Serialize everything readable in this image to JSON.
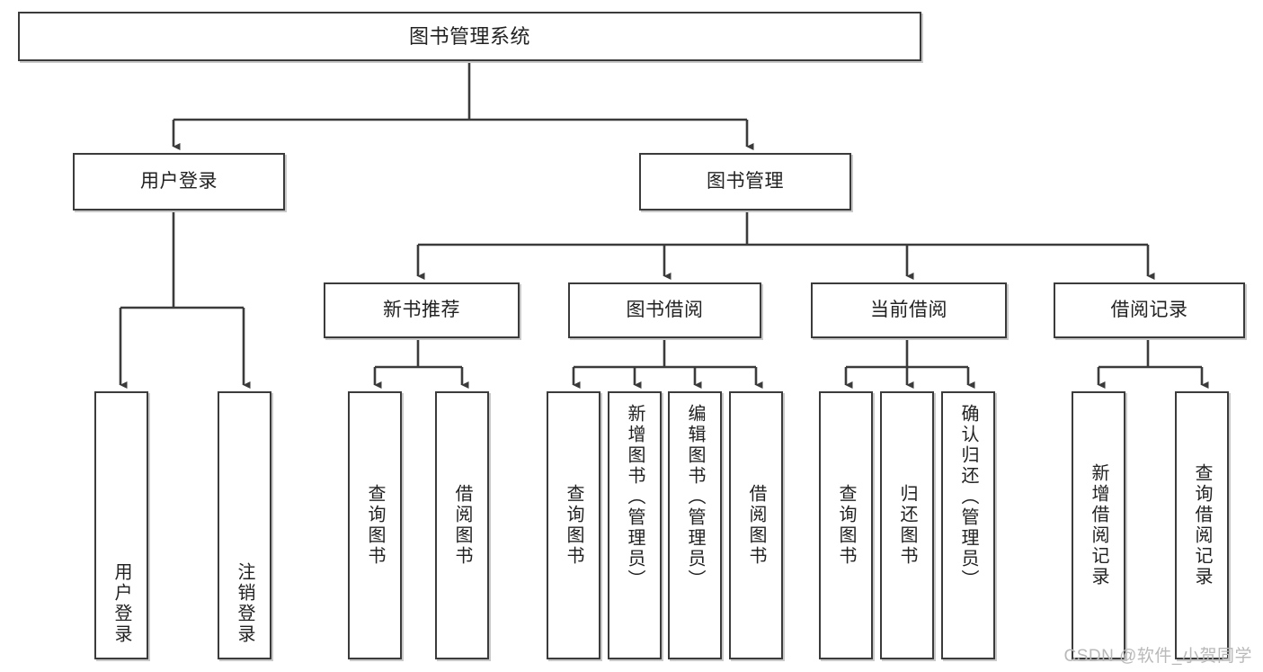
{
  "diagram": {
    "title": "图书管理系统",
    "type": "tree",
    "watermark": "CSDN @软件_小贺同学",
    "stroke_color": "#3b3b3b",
    "text_color": "#222222",
    "background_color": "#ffffff",
    "watermark_color": "#b9b9b9",
    "levels": [
      {
        "level": 1,
        "nodes": [
          {
            "id": "root",
            "label": "图书管理系统",
            "orientation": "horizontal"
          }
        ]
      },
      {
        "level": 2,
        "nodes": [
          {
            "id": "login",
            "label": "用户登录",
            "orientation": "horizontal",
            "parent": "root"
          },
          {
            "id": "bookmgmt",
            "label": "图书管理",
            "orientation": "horizontal",
            "parent": "root"
          }
        ]
      },
      {
        "level": 3,
        "nodes": [
          {
            "id": "newbook",
            "label": "新书推荐",
            "orientation": "horizontal",
            "parent": "bookmgmt"
          },
          {
            "id": "borrow",
            "label": "图书借阅",
            "orientation": "horizontal",
            "parent": "bookmgmt"
          },
          {
            "id": "current",
            "label": "当前借阅",
            "orientation": "horizontal",
            "parent": "bookmgmt"
          },
          {
            "id": "records",
            "label": "借阅记录",
            "orientation": "horizontal",
            "parent": "bookmgmt"
          }
        ]
      },
      {
        "level": 4,
        "nodes": [
          {
            "id": "leaf-user-login",
            "label": "用户登录",
            "orientation": "vertical",
            "parent": "login"
          },
          {
            "id": "leaf-user-logout",
            "label": "注销登录",
            "orientation": "vertical",
            "parent": "login"
          },
          {
            "id": "leaf-query-book-1",
            "label": "查询图书",
            "orientation": "vertical",
            "parent": "newbook"
          },
          {
            "id": "leaf-borrow-book-1",
            "label": "借阅图书",
            "orientation": "vertical",
            "parent": "newbook"
          },
          {
            "id": "leaf-query-book-2",
            "label": "查询图书",
            "orientation": "vertical",
            "parent": "borrow"
          },
          {
            "id": "leaf-add-book",
            "label": "新增图书（管理员）",
            "orientation": "vertical",
            "parent": "borrow"
          },
          {
            "id": "leaf-edit-book",
            "label": "编辑图书（管理员）",
            "orientation": "vertical",
            "parent": "borrow"
          },
          {
            "id": "leaf-borrow-book-2",
            "label": "借阅图书",
            "orientation": "vertical",
            "parent": "borrow"
          },
          {
            "id": "leaf-query-book-3",
            "label": "查询图书",
            "orientation": "vertical",
            "parent": "current"
          },
          {
            "id": "leaf-return-book",
            "label": "归还图书",
            "orientation": "vertical",
            "parent": "current"
          },
          {
            "id": "leaf-confirm-return",
            "label": "确认归还（管理员）",
            "orientation": "vertical",
            "parent": "current"
          },
          {
            "id": "leaf-add-record",
            "label": "新增借阅记录",
            "orientation": "vertical",
            "parent": "records"
          },
          {
            "id": "leaf-query-record",
            "label": "查询借阅记录",
            "orientation": "vertical",
            "parent": "records"
          }
        ]
      }
    ]
  }
}
